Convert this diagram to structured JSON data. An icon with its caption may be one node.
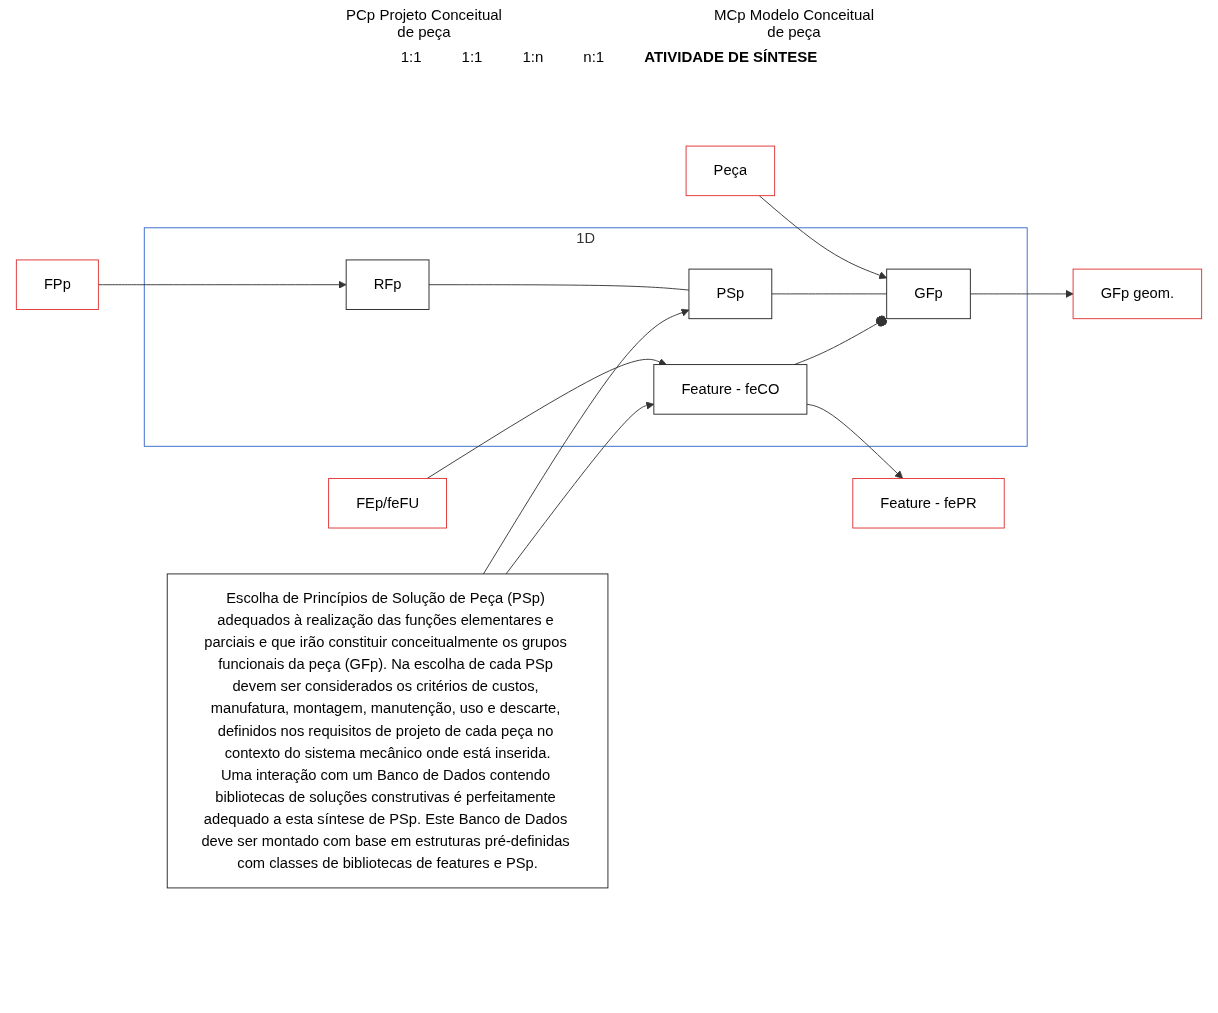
{
  "diagram": {
    "nodes": [
      {
        "text": [
          "Peça"
        ]
      },
      {
        "text": [
          "1D"
        ]
      },
      {
        "text": [
          "FPp"
        ]
      },
      {
        "text": [
          "RFp"
        ],
        "in": 1
      },
      {
        "text": [
          "PSp"
        ],
        "in": 1
      },
      {
        "text": [
          "GFp"
        ],
        "in": 1
      },
      {
        "text": [
          "GFp geom."
        ]
      },
      {
        "text": [
          "FEp/feFU"
        ]
      },
      {
        "text": [
          "Feature - feCO"
        ],
        "in": 1
      },
      {
        "text": [
          "Feature - fePR"
        ]
      },
      {
        "text": [
          "Escolha de Princípios de Solução de Peça (PSp) adequados à realização das funções elementares e parciais e que irão constituir conceitualmente os grupos funcionais da peça (GFp). Na escolha de cada PSp devem ser considerados os critérios de custos, manufatura, montagem, manutenção, uso e descarte, definidos nos requisitos de projeto de cada peça no contexto do sistema mecânico onde está inserida.",
          "Uma interação com um Banco de Dados contendo bibliotecas de soluções construtivas é perfeitamente adequado a esta síntese de PSp. Este Banco de Dados deve ser montado com base em estruturas pré-definidas com classes de bibliotecas de features e PSp."
        ]
      }
    ],
    "edges": [
      {
        "from": 0,
        "to": 5,
        "arrow": "to"
      },
      {
        "from": 2,
        "to": 3,
        "arrow": "to"
      },
      {
        "from": 3,
        "to": 4,
        "arrow": "none"
      },
      {
        "from": 4,
        "to": 5,
        "arrow": "none"
      },
      {
        "from": 5,
        "to": 6,
        "arrow": "to"
      },
      {
        "from": 7,
        "to": 8,
        "arrow": "to"
      },
      {
        "from": 8,
        "to": 5,
        "arrow": "other"
      },
      {
        "from": 8,
        "to": 9,
        "arrow": "to"
      },
      {
        "from": 10,
        "to": 4,
        "arrow": "to"
      },
      {
        "from": 10,
        "to": 8,
        "arrow": "to"
      }
    ],
    "labels": [
      "PCp Projeto Conceitual de peça",
      "MCp Modelo Conceitual de peça",
      "1:1",
      "1:1",
      "1:n",
      "n:1",
      "ATIVIDADE DE SÍNTESE"
    ]
  }
}
